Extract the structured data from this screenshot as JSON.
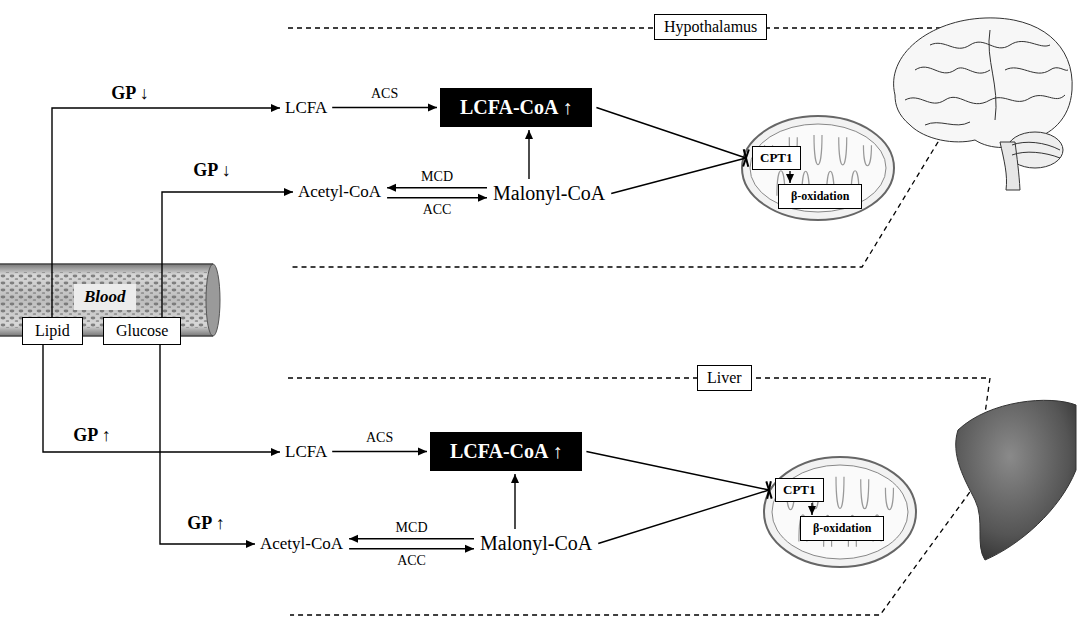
{
  "diagram": {
    "nodes": [
      {
        "text": [
          "Hypothalamus"
        ]
      },
      {
        "text": [
          "LCFA"
        ]
      },
      {
        "text": [
          "LCFA-CoA ↑"
        ]
      },
      {
        "text": [
          "Acetyl-CoA"
        ]
      },
      {
        "text": [
          "Malonyl-CoA"
        ]
      },
      {
        "text": [
          "CPT1"
        ]
      },
      {
        "text": [
          "β-oxidation"
        ]
      },
      {
        "text": [
          "Blood"
        ]
      },
      {
        "text": [
          "Lipid"
        ]
      },
      {
        "text": [
          "Glucose"
        ]
      },
      {
        "text": [
          "Liver"
        ]
      },
      {
        "text": [
          "LCFA"
        ]
      },
      {
        "text": [
          "LCFA-CoA ↑"
        ]
      },
      {
        "text": [
          "Acetyl-CoA"
        ]
      },
      {
        "text": [
          "Malonyl-CoA"
        ]
      },
      {
        "text": [
          "CPT1"
        ]
      },
      {
        "text": [
          "β-oxidation"
        ]
      }
    ],
    "edges": [
      {
        "from": 8,
        "to": 1,
        "arrow": "to",
        "label": "GP ↓"
      },
      {
        "from": 9,
        "to": 3,
        "arrow": "to",
        "label": "GP ↓"
      },
      {
        "from": 1,
        "to": 2,
        "arrow": "to",
        "label": "ACS"
      },
      {
        "from": 4,
        "to": 3,
        "arrow": "to",
        "label": "MCD"
      },
      {
        "from": 3,
        "to": 4,
        "arrow": "to",
        "label": "ACC"
      },
      {
        "from": 4,
        "to": 2,
        "arrow": "to"
      },
      {
        "from": 2,
        "to": 5,
        "arrow": "to"
      },
      {
        "from": 4,
        "to": 5,
        "arrow": "to"
      },
      {
        "from": 5,
        "to": 6,
        "arrow": "to"
      },
      {
        "from": 8,
        "to": 11,
        "arrow": "to",
        "label": "GP ↑"
      },
      {
        "from": 9,
        "to": 13,
        "arrow": "to",
        "label": "GP ↑"
      },
      {
        "from": 11,
        "to": 12,
        "arrow": "to",
        "label": "ACS"
      },
      {
        "from": 14,
        "to": 13,
        "arrow": "to",
        "label": "MCD"
      },
      {
        "from": 13,
        "to": 14,
        "arrow": "to",
        "label": "ACC"
      },
      {
        "from": 14,
        "to": 12,
        "arrow": "to"
      },
      {
        "from": 12,
        "to": 15,
        "arrow": "to"
      },
      {
        "from": 14,
        "to": 15,
        "arrow": "to"
      },
      {
        "from": 15,
        "to": 16,
        "arrow": "to"
      }
    ]
  }
}
